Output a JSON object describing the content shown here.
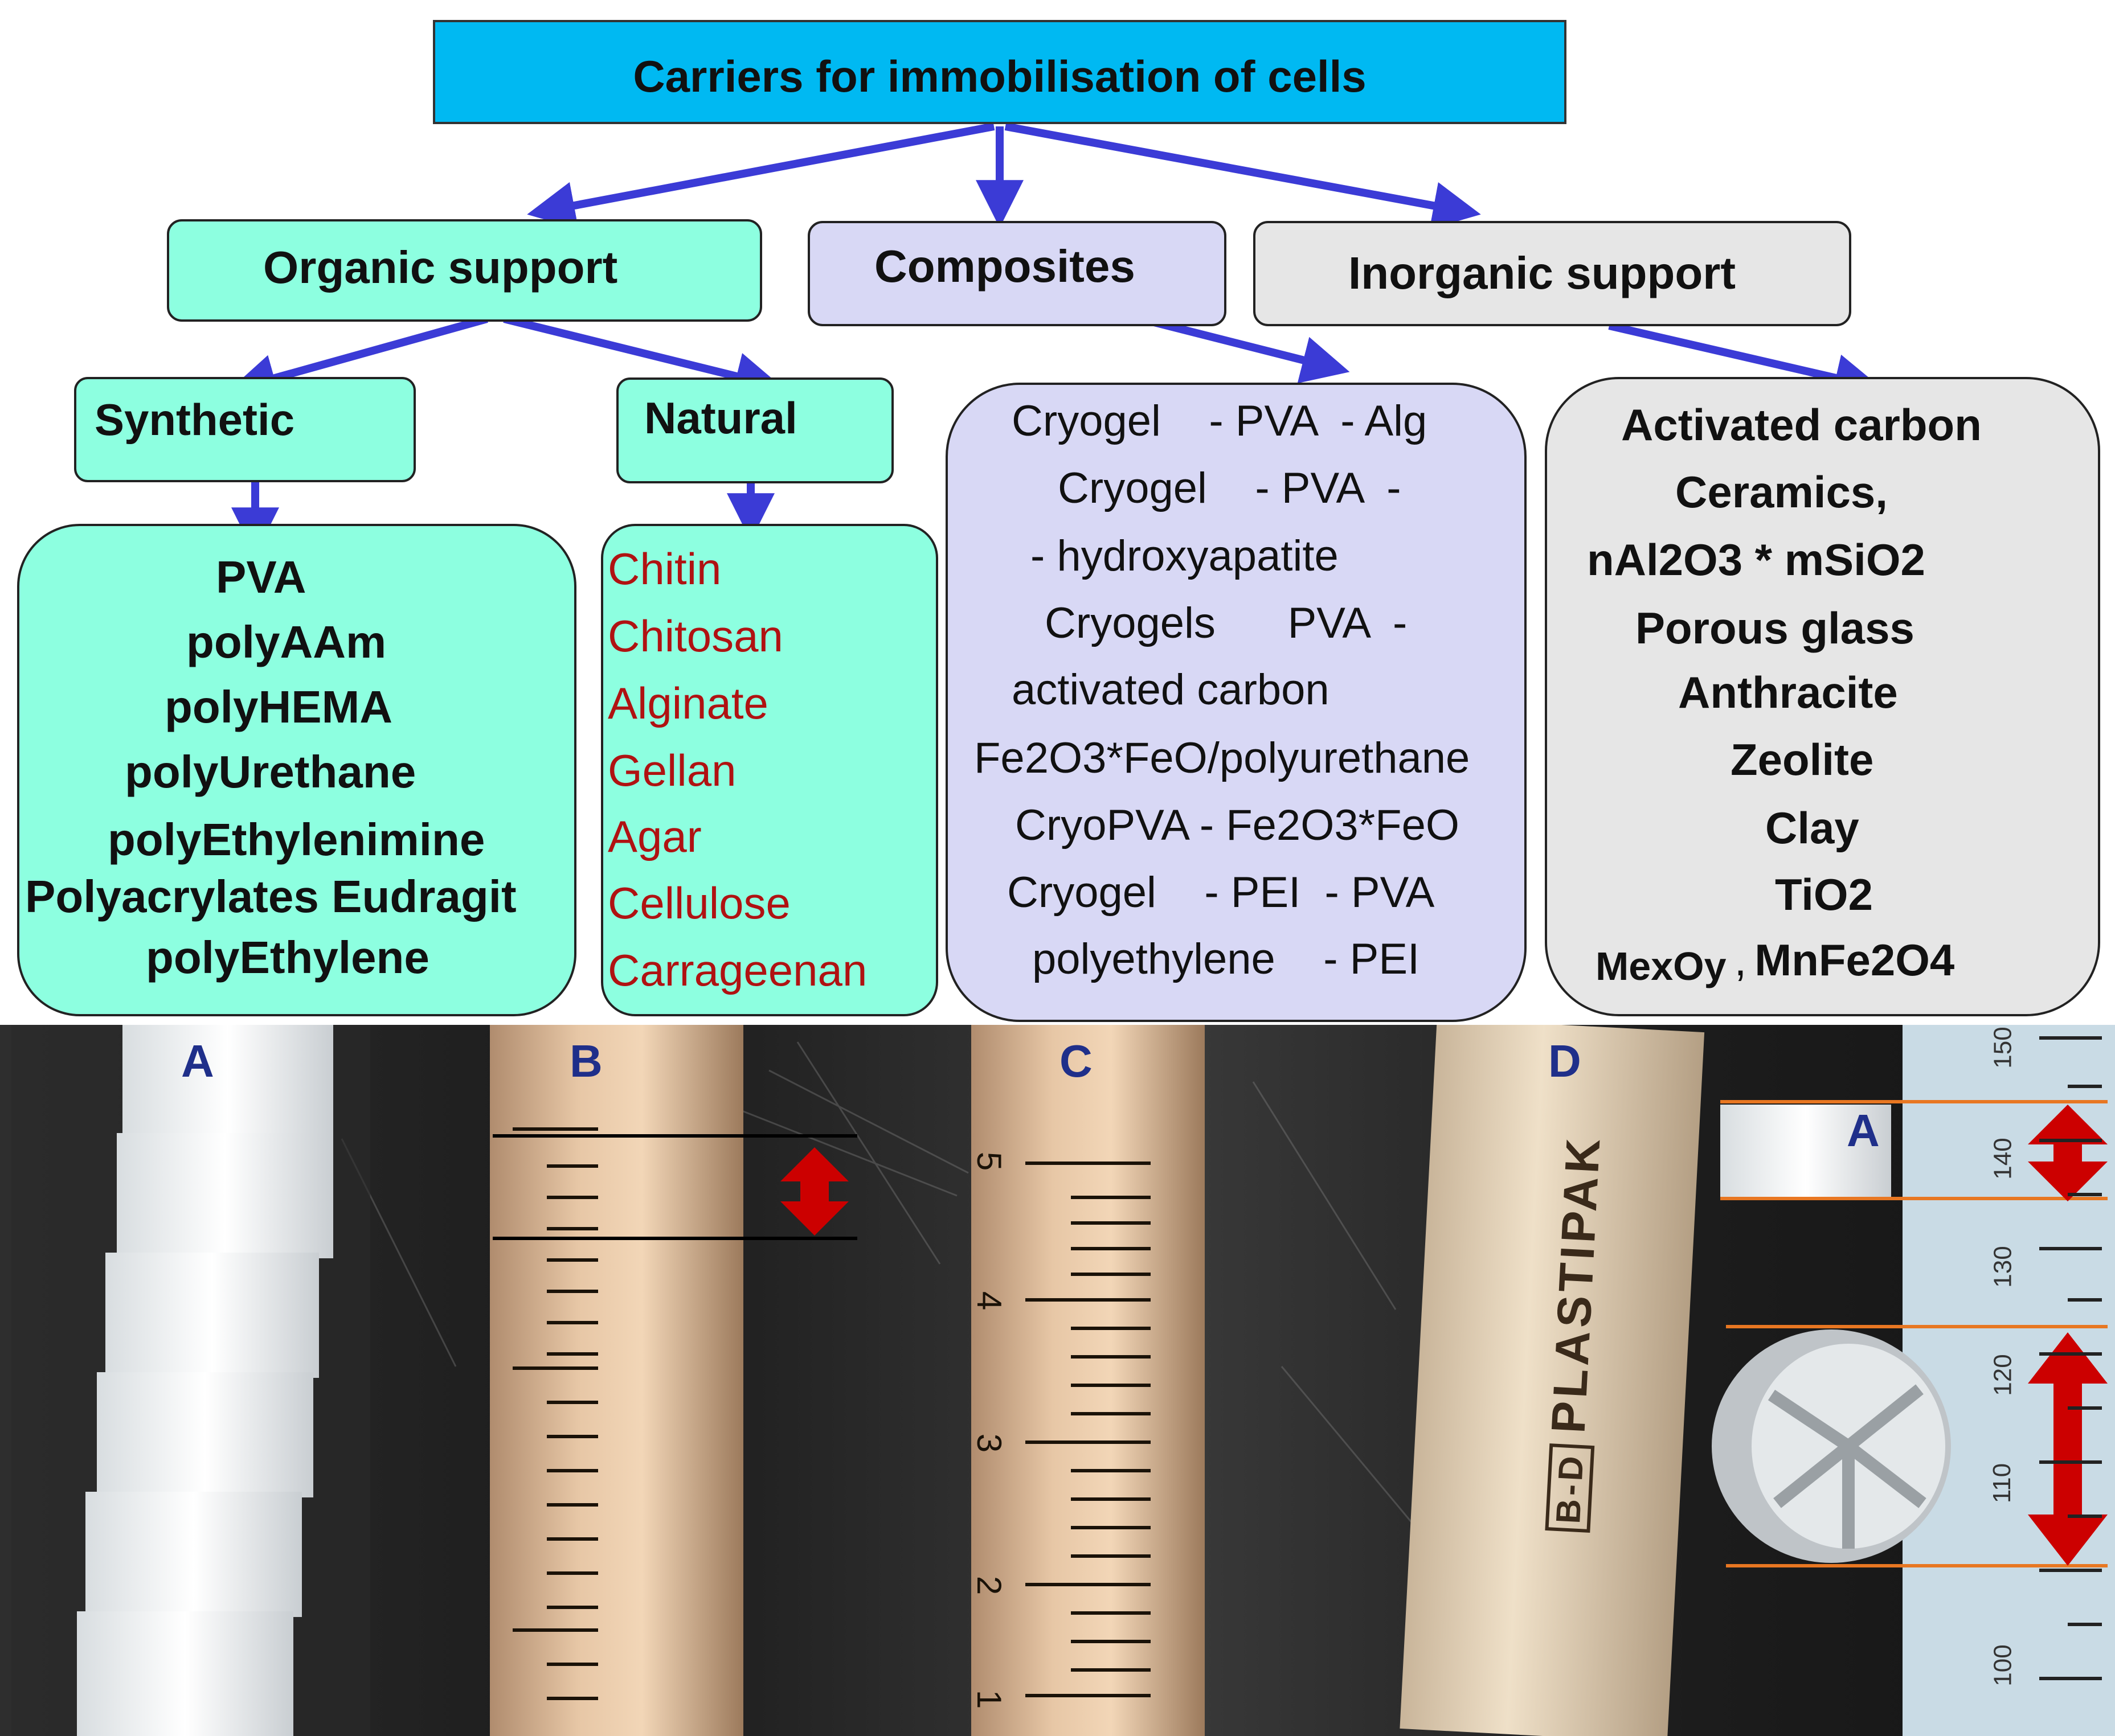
{
  "colors": {
    "root_fill": "#00b9f2",
    "organic_fill": "#8dffe0",
    "composites_fill": "#d8d8f5",
    "inorganic_fill": "#e6e6e6",
    "arrow": "#3b3bd6",
    "natural_text": "#b01212",
    "photo_label": "#1f2f8a",
    "marker_arrow": "#cc0000",
    "marker_line": "#e87722"
  },
  "root": {
    "title": "Carriers for immobilisation of cells"
  },
  "categories": {
    "organic": "Organic support",
    "composites": "Composites",
    "inorganic": "Inorganic support"
  },
  "subcategories": {
    "synthetic": "Synthetic",
    "natural": "Natural"
  },
  "synthetic_items": [
    "PVA",
    "polyAAm",
    "polyHEMA",
    "polyUrethane",
    "polyEthylenimine",
    "Polyacrylates Eudragit",
    "polyEthylene"
  ],
  "natural_items": [
    "Chitin",
    "Chitosan",
    "Alginate",
    "Gellan",
    "Agar",
    "Cellulose",
    "Carrageenan"
  ],
  "composite_items": [
    "Cryogel    - PVA  - Alg",
    "Cryogel    - PVA  -",
    "- hydroxyapatite",
    "Cryogels      PVA  -",
    "activated carbon",
    "Fe2O3*FeO/polyurethane",
    "CryoPVA - Fe2O3*FeO",
    "Cryogel    - PEI  - PVA",
    "polyethylene    - PEI"
  ],
  "inorganic_items": [
    "Activated carbon",
    "Ceramics,",
    "nAl2O3 * mSiO2",
    "Porous glass",
    "Anthracite",
    "Zeolite",
    "Clay",
    "TiO2"
  ],
  "inorganic_last": {
    "part1": "MexOy",
    "sep": ",",
    "part2": "MnFe2O4"
  },
  "photo": {
    "labels": [
      "A",
      "B",
      "C",
      "D",
      "A"
    ],
    "syringe_c_numbers": [
      "5",
      "4",
      "3",
      "2",
      "1"
    ],
    "brand": "PLASTIPAK",
    "brand_logo": "B-D",
    "ruler_numbers": [
      "150",
      "140",
      "130",
      "120",
      "110",
      "100"
    ]
  }
}
